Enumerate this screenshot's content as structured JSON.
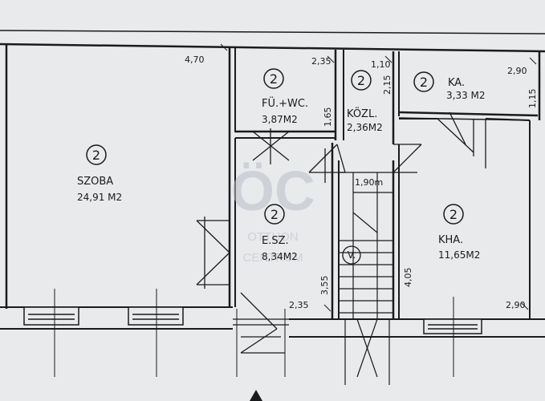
{
  "rooms": {
    "szoba": {
      "number": "2",
      "name": "SZOBA",
      "area": "24,91 M2"
    },
    "furdo": {
      "number": "2",
      "name": "FÜ.+WC.",
      "area": "3,87M2"
    },
    "kozl": {
      "number": "2",
      "name": "KÖZL.",
      "area": "2,36M2"
    },
    "kamra": {
      "number": "2",
      "name": "KA.",
      "area": "3,33 M2"
    },
    "eloszoba": {
      "number": "2",
      "name": "E.SZ.",
      "area": "8,34M2"
    },
    "konyha": {
      "number": "2",
      "name": "KHA.",
      "area": "11,65M2"
    }
  },
  "dimensions": {
    "szoba_width": "4,70",
    "furdo_width": "2,35",
    "furdo_depth": "1,65",
    "kozl_width": "1,10",
    "kozl_depth": "2,15",
    "kamra_width": "2,90",
    "kamra_depth": "1,15",
    "stair_width": "1,90m",
    "eloszoba_depth": "3,55",
    "eloszoba_width": "2,35",
    "konyha_depth": "4,05",
    "konyha_width": "2,90"
  },
  "stair_label": "V.",
  "watermark": {
    "logo": "ÖC",
    "line1": "OTTHON",
    "line2": "CENTRUM"
  }
}
